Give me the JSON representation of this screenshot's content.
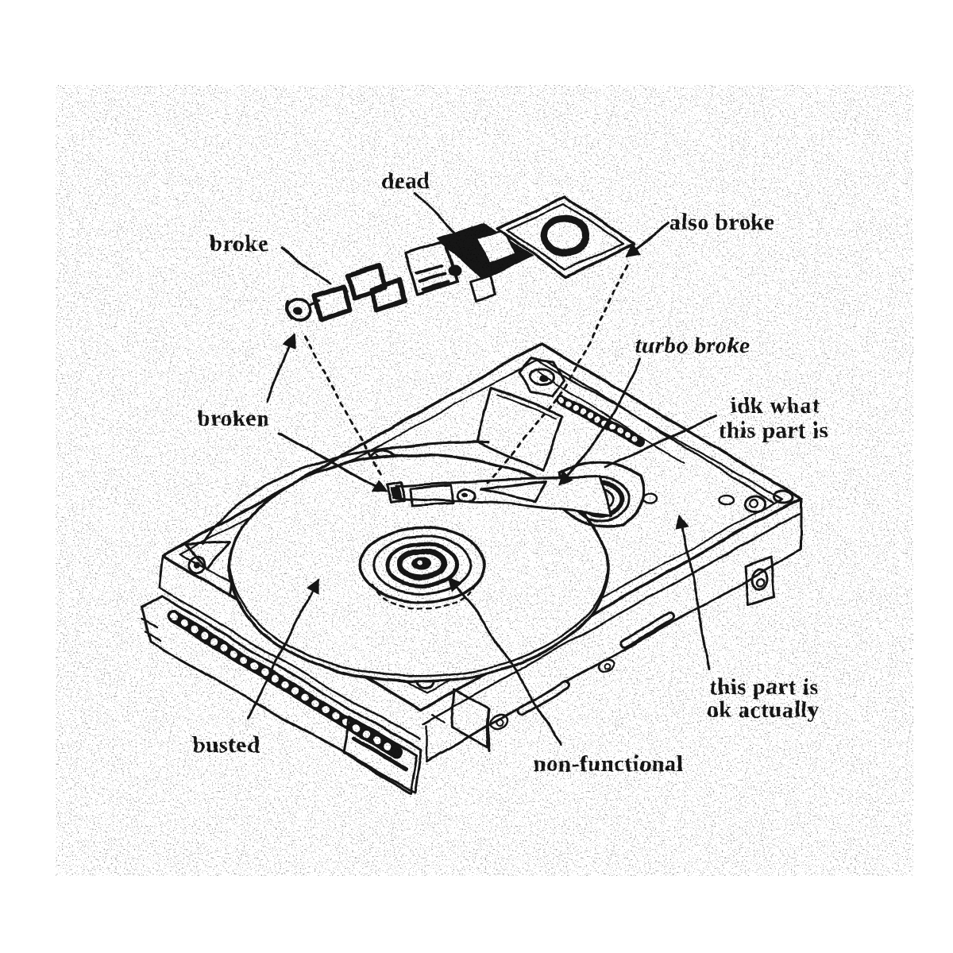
{
  "figure": {
    "subject": "hand-drawn exploded diagram of a hard disk drive",
    "style": "scanned black-ink line art with handwritten-style serif labels"
  },
  "colors": {
    "background": "#ffffff",
    "ink": "#161616"
  },
  "labels": {
    "dead": {
      "text": "dead"
    },
    "broke": {
      "text": "broke"
    },
    "also_broke": {
      "text": "also broke"
    },
    "turbo_broke": {
      "text": "turbo broke"
    },
    "idk": {
      "line1": "idk what",
      "line2": "this part is"
    },
    "broken": {
      "text": "broken"
    },
    "busted": {
      "text": "busted"
    },
    "non_functional": {
      "text": "non-functional"
    },
    "ok_part": {
      "line1": "this part is",
      "line2": "ok actually"
    }
  }
}
